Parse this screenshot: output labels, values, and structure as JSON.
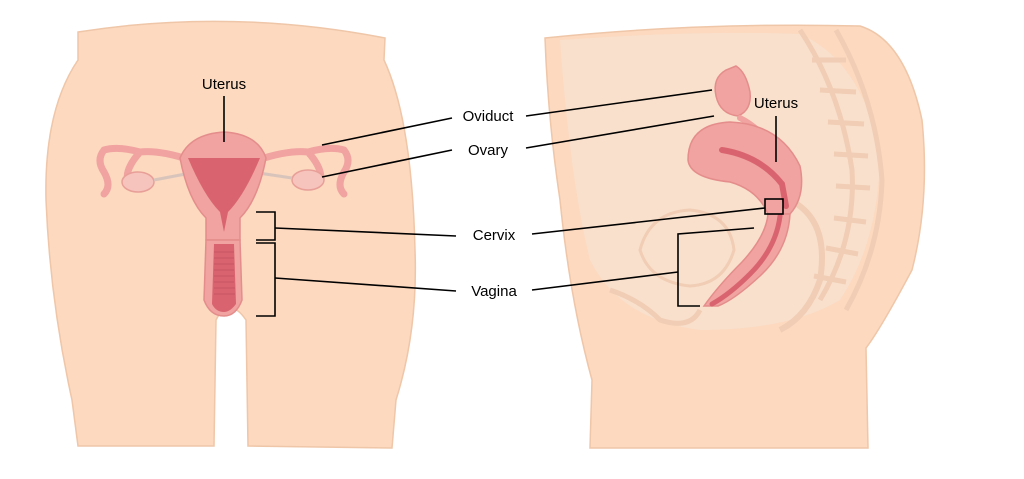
{
  "colors": {
    "skin": "#fcd9bf",
    "skin_outline": "#e8b999",
    "organ": "#f0a3a0",
    "organ_dark": "#d9646f",
    "organ_light": "#f7c3bd",
    "sagittal_inner": "#f8e1cf",
    "sagittal_line": "#f0cdb4",
    "leader": "#000000"
  },
  "front_view": {
    "labels": {
      "uterus": "Uterus"
    }
  },
  "side_view": {
    "labels": {
      "uterus": "Uterus"
    }
  },
  "center_labels": {
    "oviduct": "Oviduct",
    "ovary": "Ovary",
    "cervix": "Cervix",
    "vagina": "Vagina"
  }
}
